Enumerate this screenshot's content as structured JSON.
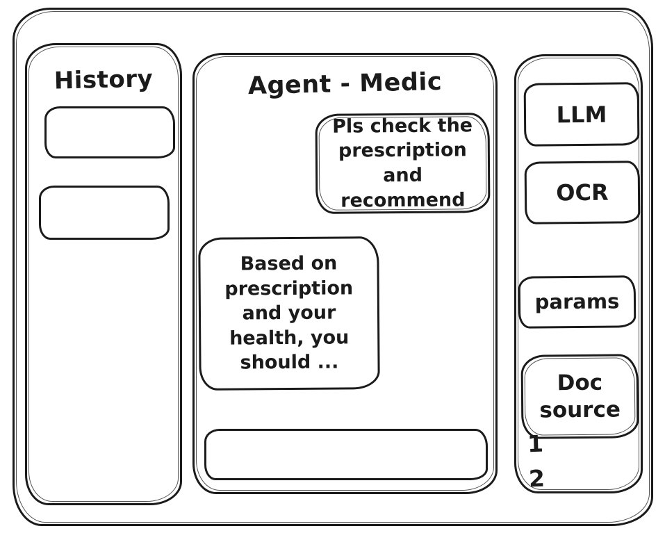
{
  "app": {
    "stroke_color": "#1b1b1b",
    "background_color": "#ffffff"
  },
  "history_panel": {
    "title": "History"
  },
  "chat_panel": {
    "title": "Agent - Medic",
    "messages": [
      {
        "role": "user",
        "text": "Pls check the prescription and recommend"
      },
      {
        "role": "assistant",
        "text": "Based on prescription and your health, you should ..."
      }
    ],
    "input": {
      "value": ""
    }
  },
  "tools_panel": {
    "buttons": [
      {
        "id": "llm",
        "label": "LLM"
      },
      {
        "id": "ocr",
        "label": "OCR"
      },
      {
        "id": "params",
        "label": "params"
      },
      {
        "id": "doc-source",
        "label": "Doc source"
      }
    ],
    "source_numbers": [
      "1",
      "2"
    ]
  }
}
